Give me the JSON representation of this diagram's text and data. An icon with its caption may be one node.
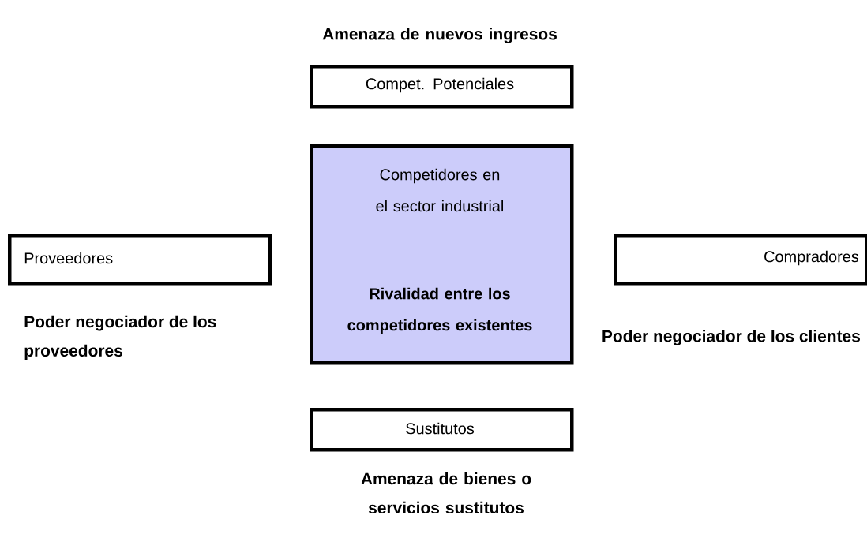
{
  "diagram": {
    "nodes": [
      {
        "text": [
          "Compet. Potenciales"
        ],
        "beside": [
          "Amenaza de nuevos ingresos"
        ]
      },
      {
        "text": [
          "Competidores en el sector industrial",
          "Rivalidad entre los competidores existentes"
        ]
      },
      {
        "text": [
          "Proveedores"
        ],
        "beside": [
          "Poder negociador de los proveedores"
        ]
      },
      {
        "text": [
          "Compradores"
        ],
        "beside": [
          "Poder negociador de los clientes"
        ]
      },
      {
        "text": [
          "Sustitutos"
        ],
        "beside": [
          "Amenaza de bienes o servicios sustitutos"
        ]
      }
    ]
  }
}
